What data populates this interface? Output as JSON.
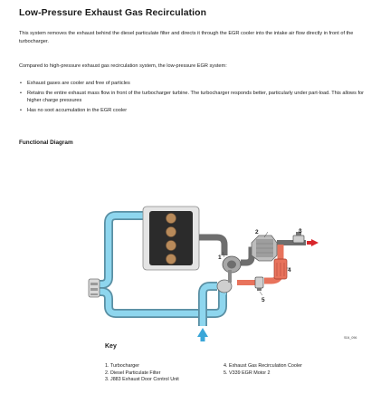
{
  "title": "Low-Pressure Exhaust Gas Recirculation",
  "intro": "This system removes the exhaust behind the diesel particulate filter and directs it through the EGR cooler into the intake air flow directly in front of the turbocharger.",
  "comparison": "Compared to high-pressure exhaust gas recirculation system, the low-pressure EGR system:",
  "bullets": [
    "Exhaust gases are cooler and free of particles",
    "Retains the entire exhaust mass flow in front of the turbocharger turbine.  The turbocharger responds better, particularly under part-load.  This allows for higher charge pressures",
    "Has no soot accumulation in the EGR cooler"
  ],
  "diagram_heading": "Functional Diagram",
  "diagram": {
    "callouts": [
      "1",
      "2",
      "3",
      "4",
      "5"
    ],
    "figure_id": "S04_096",
    "colors": {
      "intake": "#8ed6ee",
      "exhaust": "#6e6e6e",
      "egr": "#e8735c",
      "flow_in": "#3aa6d8",
      "flow_out": "#d8262b",
      "engine": "#2b2b2b"
    }
  },
  "key_heading": "Key",
  "key_left": [
    "1. Turbocharger",
    "2. Diesel Particulate Filter",
    "3. J883 Exhaust Door Control Unit"
  ],
  "key_right": [
    "4. Exhaust Gas Recirculation Cooler",
    "5. V339 EGR Motor 2"
  ]
}
